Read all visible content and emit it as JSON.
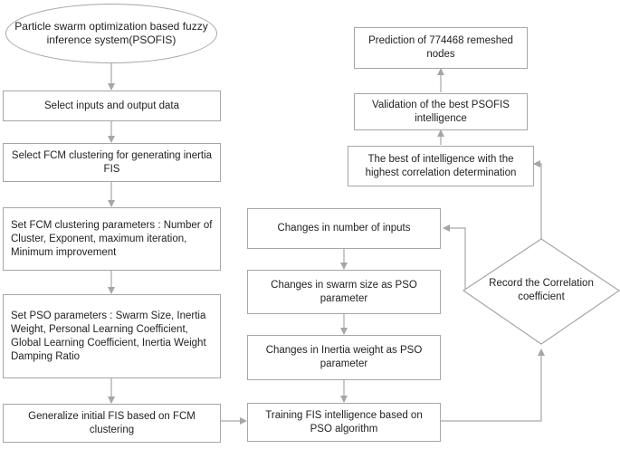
{
  "nodes": {
    "start": "Particle swarm optimization based fuzzy inference system(PSOFIS)",
    "select_inputs": "Select inputs and output data",
    "select_fcm": "Select FCM clustering for generating inertia FIS",
    "set_fcm_params": "Set FCM clustering  parameters : Number of Cluster, Exponent, maximum iteration, Minimum improvement",
    "set_pso_params": "Set PSO parameters : Swarm Size, Inertia Weight, Personal Learning Coefficient, Global Learning Coefficient, Inertia Weight Damping Ratio",
    "generalize_fis": "Generalize initial FIS based on FCM clustering",
    "training_fis": "Training FIS intelligence based on PSO algorithm",
    "changes_inertia": "Changes in Inertia weight as PSO parameter",
    "changes_swarm": "Changes in swarm size as PSO parameter",
    "changes_inputs": "Changes in number of inputs",
    "record_correlation": "Record the Correlation coefficient",
    "best_intelligence": "The best of intelligence with the highest correlation determination",
    "validation": "Validation of the best PSOFIS intelligence",
    "prediction": "Prediction of 774468 remeshed nodes"
  },
  "colors": {
    "border": "#a6a6a6",
    "arrow": "#a6a6a6"
  }
}
